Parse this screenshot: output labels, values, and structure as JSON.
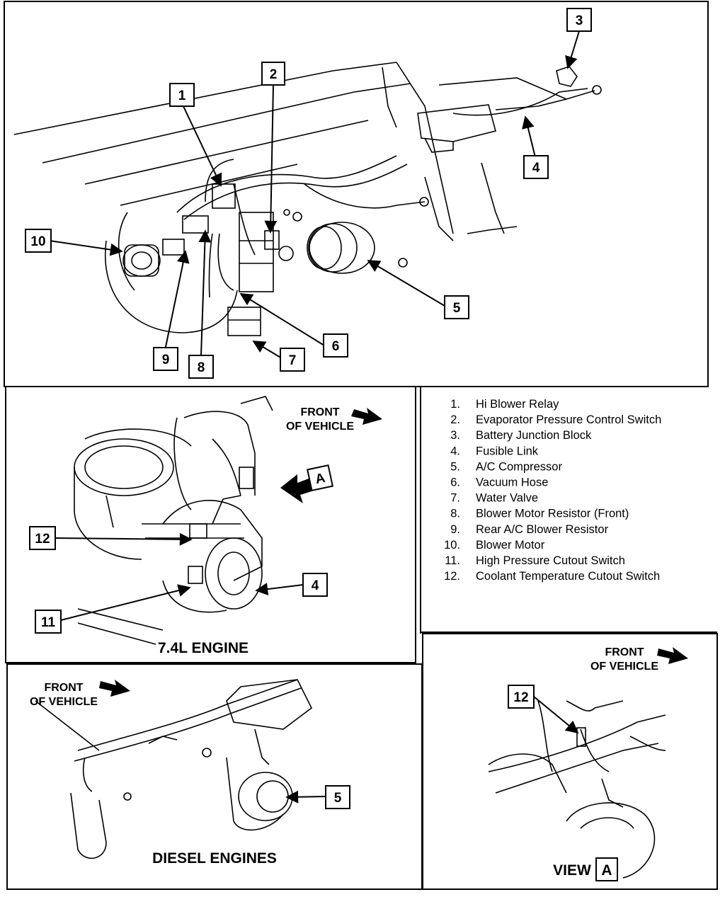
{
  "callouts": {
    "c1": "1",
    "c2": "2",
    "c3": "3",
    "c4": "4",
    "c5": "5",
    "c6": "6",
    "c7": "7",
    "c8": "8",
    "c9": "9",
    "c10": "10",
    "p2_12": "12",
    "p2_11": "11",
    "p2_4": "4",
    "p2_view": "A",
    "p3_5": "5",
    "p4_12": "12",
    "p4_view": "A"
  },
  "front_of_vehicle": {
    "line1": "FRONT",
    "line2": "OF VEHICLE"
  },
  "captions": {
    "engine_74": "7.4L ENGINE",
    "diesel": "DIESEL ENGINES",
    "view": "VIEW"
  },
  "legend": [
    {
      "num": "1.",
      "label": "Hi Blower Relay"
    },
    {
      "num": "2.",
      "label": "Evaporator Pressure Control Switch"
    },
    {
      "num": "3.",
      "label": "Battery Junction Block"
    },
    {
      "num": "4.",
      "label": "Fusible Link"
    },
    {
      "num": "5.",
      "label": "A/C Compressor"
    },
    {
      "num": "6.",
      "label": "Vacuum Hose"
    },
    {
      "num": "7.",
      "label": "Water Valve"
    },
    {
      "num": "8.",
      "label": "Blower Motor Resistor (Front)"
    },
    {
      "num": "9.",
      "label": "Rear A/C Blower Resistor"
    },
    {
      "num": "10.",
      "label": "Blower Motor"
    },
    {
      "num": "11.",
      "label": "High Pressure Cutout Switch"
    },
    {
      "num": "12.",
      "label": "Coolant Temperature Cutout Switch"
    }
  ]
}
